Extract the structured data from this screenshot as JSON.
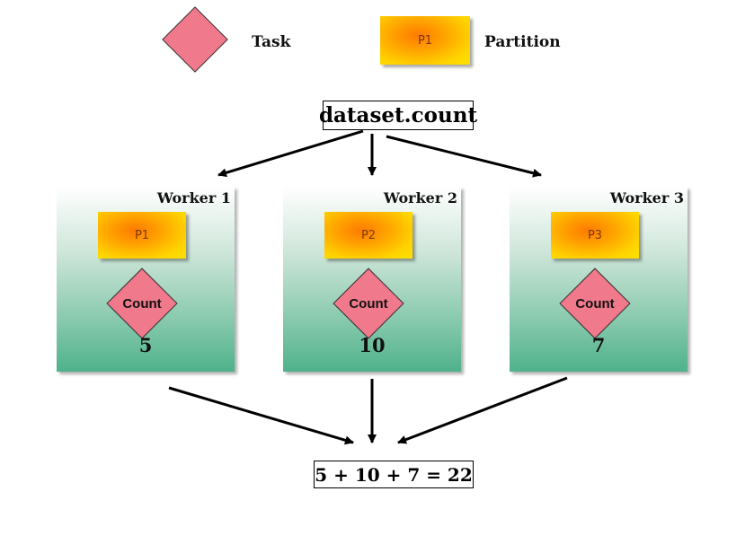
{
  "legend": {
    "task_label": "Task",
    "partition_label": "Partition",
    "partition_sample": "P1"
  },
  "operation": "dataset.count",
  "task_name": "Count",
  "workers": [
    {
      "title": "Worker 1",
      "partition": "P1",
      "count": "5"
    },
    {
      "title": "Worker 2",
      "partition": "P2",
      "count": "10"
    },
    {
      "title": "Worker 3",
      "partition": "P3",
      "count": "7"
    }
  ],
  "result": "5 + 10 + 7 = 22",
  "colors": {
    "task": "#f07a8c",
    "partition": "#ffb000",
    "worker_bottom": "#4fb28b"
  }
}
